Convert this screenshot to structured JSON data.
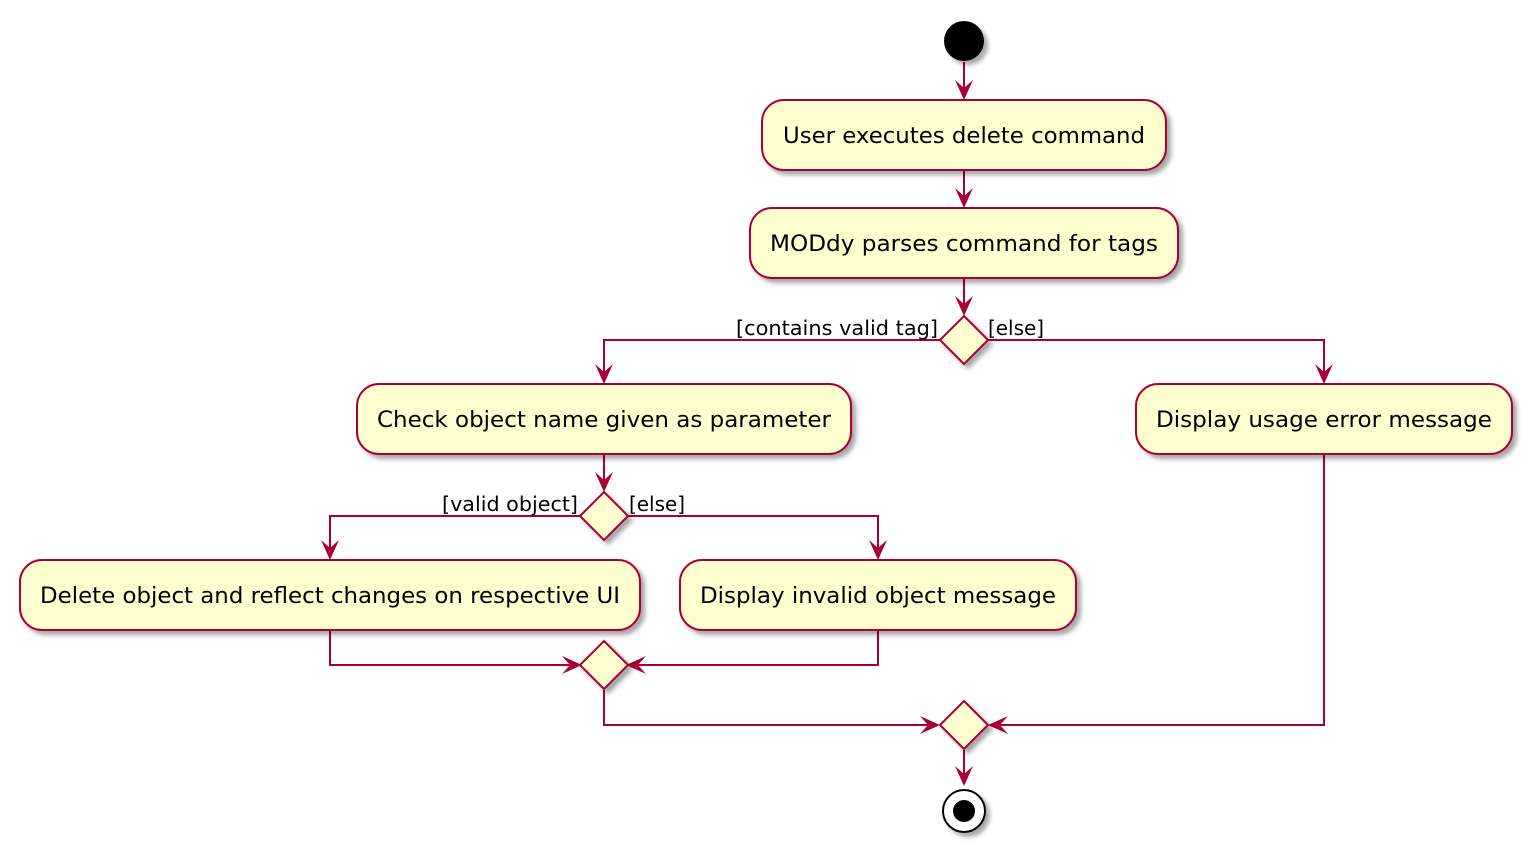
{
  "colors": {
    "border": "#A80036",
    "fill": "#FEFECE",
    "shadow": "#C9C9C9",
    "start": "#000000",
    "end_ring": "#000000",
    "background": "#FFFFFF"
  },
  "actions": {
    "user_executes": "User executes delete command",
    "moddy_parses": "MODdy parses command for tags",
    "check_object": "Check object name given as parameter",
    "display_usage_error": "Display usage error message",
    "delete_object": "Delete object and reflect changes on respective UI",
    "display_invalid_object": "Display invalid object message"
  },
  "guards": {
    "contains_valid_tag": "[contains valid tag]",
    "else_outer": "[else]",
    "valid_object": "[valid object]",
    "else_inner": "[else]"
  }
}
